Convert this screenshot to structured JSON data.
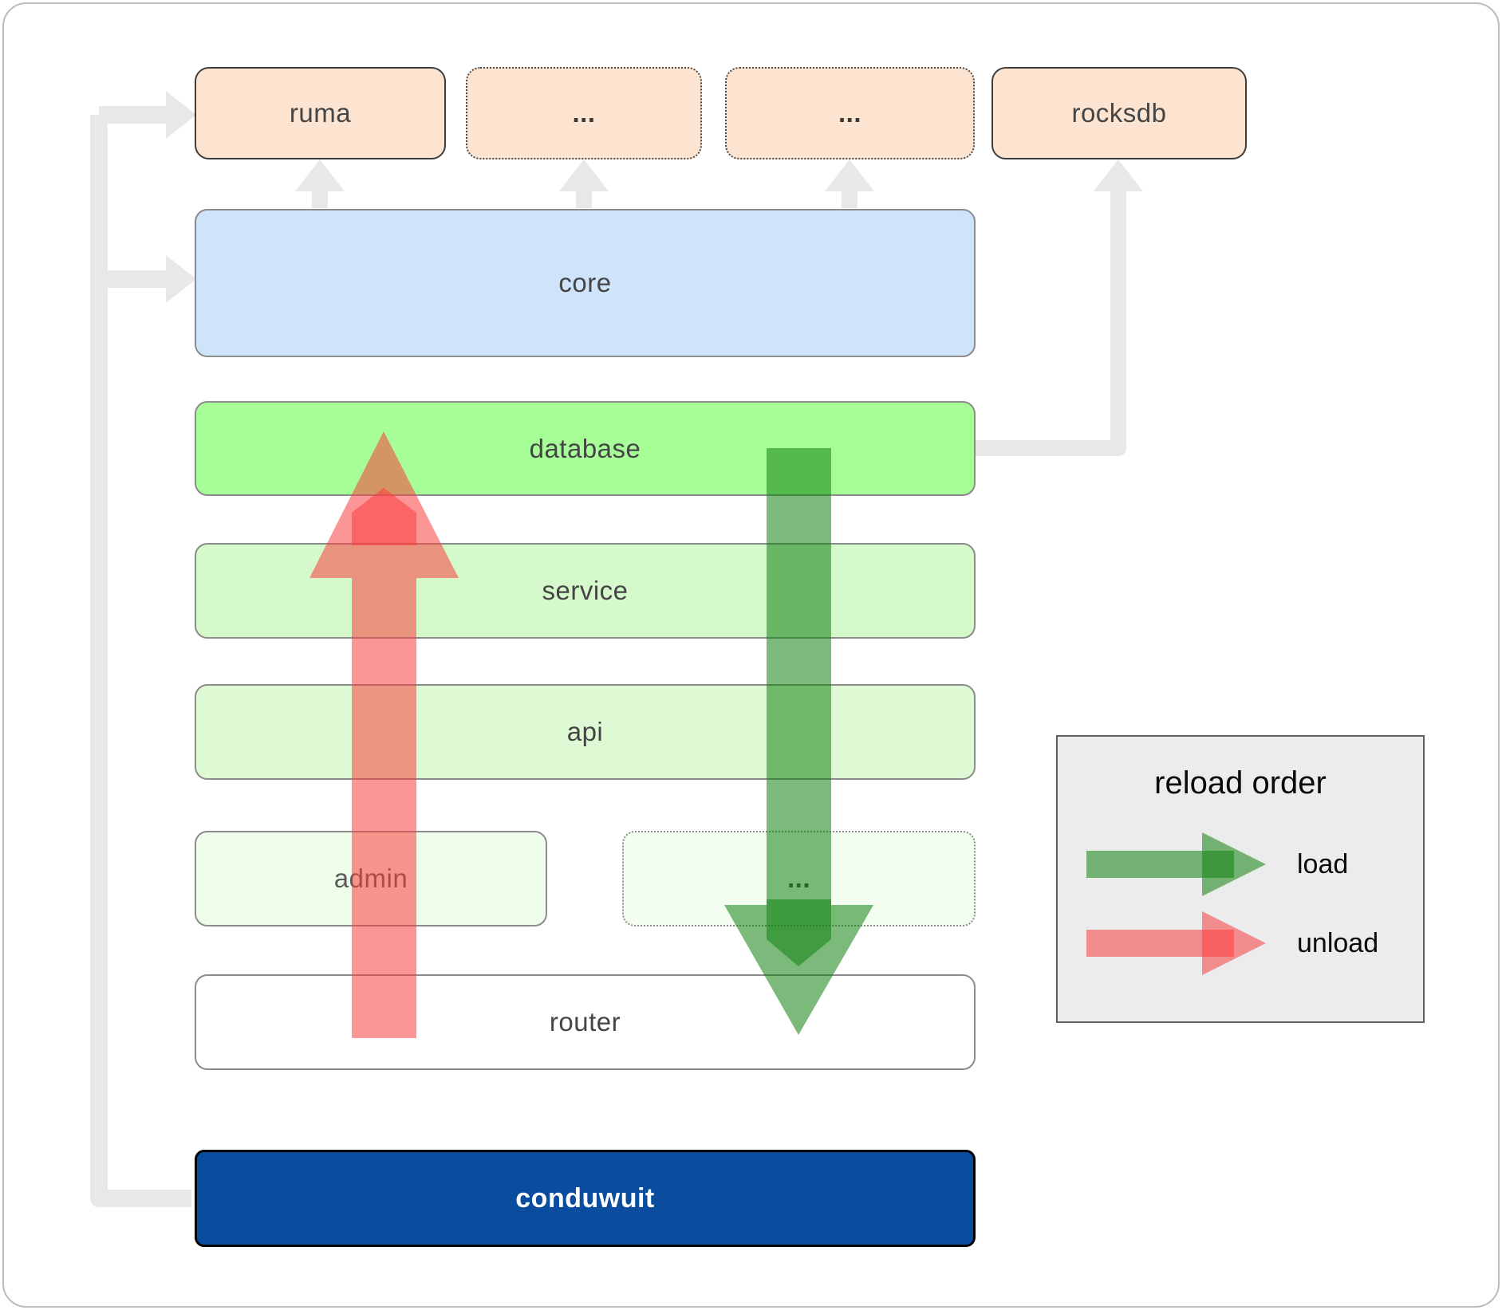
{
  "diagram": {
    "nodes": {
      "ruma": "ruma",
      "ext_top_1": "...",
      "ext_top_2": "...",
      "rocksdb": "rocksdb",
      "core": "core",
      "database": "database",
      "service": "service",
      "api": "api",
      "admin": "admin",
      "ext_admin": "...",
      "router": "router",
      "conduwuit": "conduwuit"
    },
    "legend": {
      "title": "reload order",
      "load": "load",
      "unload": "unload"
    },
    "colors": {
      "load_arrow_green": "#108210",
      "unload_arrow_red": "#f93e3e",
      "external_peach": "#fce4d1",
      "core_blue": "#cfe4fa",
      "database_green": "#a7fe97",
      "conduwuit_navy": "#0a4d9e",
      "connector_gray": "#e8e8e8",
      "legend_bg": "#ececec"
    }
  }
}
